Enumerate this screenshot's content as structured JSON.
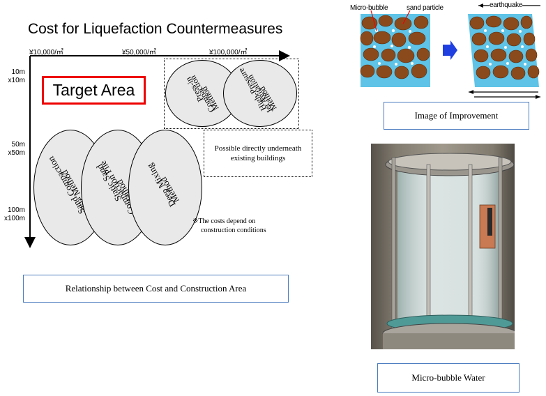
{
  "diagram": {
    "title": "Cost for Liquefaction Countermeasures",
    "x_ticks": [
      "¥10,000/㎡",
      "¥50,000/㎡",
      "¥100,000/㎡"
    ],
    "y_ticks": [
      {
        "line1": "10m",
        "line2": "x10m"
      },
      {
        "line1": "50m",
        "line2": "x50m"
      },
      {
        "line1": "100m",
        "line2": "x100m"
      }
    ],
    "target_area": "Target Area",
    "methods": {
      "press_in": [
        "Press-in",
        "Compaction",
        "Method"
      ],
      "high_pressure": [
        "High-Pressure",
        "Jet Agitation",
        "Method"
      ],
      "sand_compaction": [
        "Sand Compaction",
        "Pile Method"
      ],
      "static_sand": [
        "Static Sand",
        "Compaction Pile",
        "Method"
      ],
      "deep_mixing": [
        "Deep Mixing",
        "Method"
      ]
    },
    "note": [
      "Possible directly underneath",
      "existing buildings"
    ],
    "remark": [
      "※The costs depend on",
      "construction conditions"
    ],
    "caption": "Relationship between Cost and Construction Area"
  },
  "improvement": {
    "label_bubble": "Micro-bubble",
    "label_sand": "sand particle",
    "label_quake": "earthquake",
    "caption": "Image of Improvement"
  },
  "photo": {
    "caption": "Micro-bubble Water"
  },
  "colors": {
    "target_border": "#e00000",
    "caption_border": "#4a7bbf",
    "water": "#5ec3e6",
    "sand": "#8b4a1c",
    "arrow_blue": "#1f3fe0"
  }
}
